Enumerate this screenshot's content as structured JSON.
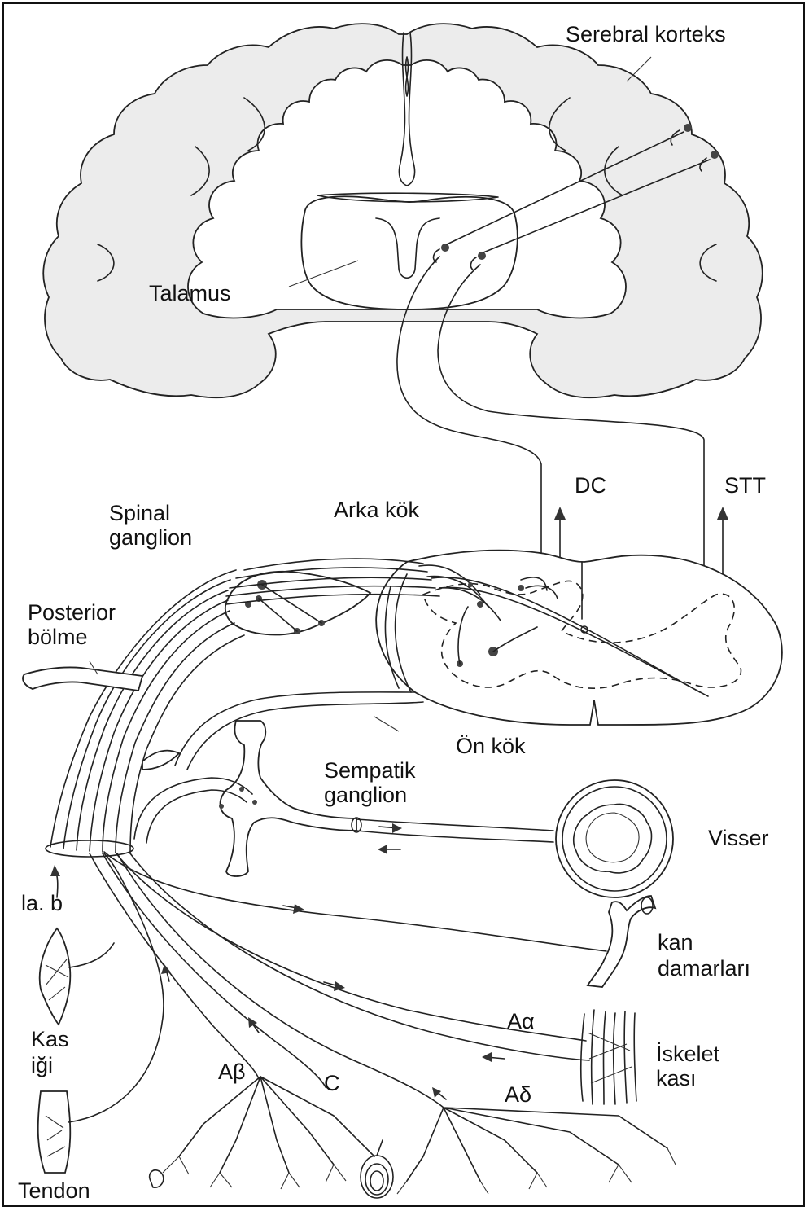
{
  "labels": {
    "serebral_korteks": "Serebral korteks",
    "talamus": "Talamus",
    "dc": "DC",
    "stt": "STT",
    "spinal": "Spinal",
    "ganglion": "ganglion",
    "arka_kok": "Arka kök",
    "posterior": "Posterior",
    "bolme": "bölme",
    "on_kok": "Ön kök",
    "sempatik": "Sempatik",
    "sempatik_ganglion": "ganglion",
    "visser": "Visser",
    "la_b": "la. b",
    "kan": "kan",
    "damarlari": "damarları",
    "kas": "Kas",
    "igi": "iği",
    "a_alpha": "Aα",
    "iskelet": "İskelet",
    "kasi": "kası",
    "a_beta": "Aβ",
    "c_fiber": "C",
    "a_delta": "Aδ",
    "tendon": "Tendon"
  },
  "colors": {
    "line": "#222222",
    "cortex_fill": "#ececec",
    "background": "#ffffff"
  }
}
